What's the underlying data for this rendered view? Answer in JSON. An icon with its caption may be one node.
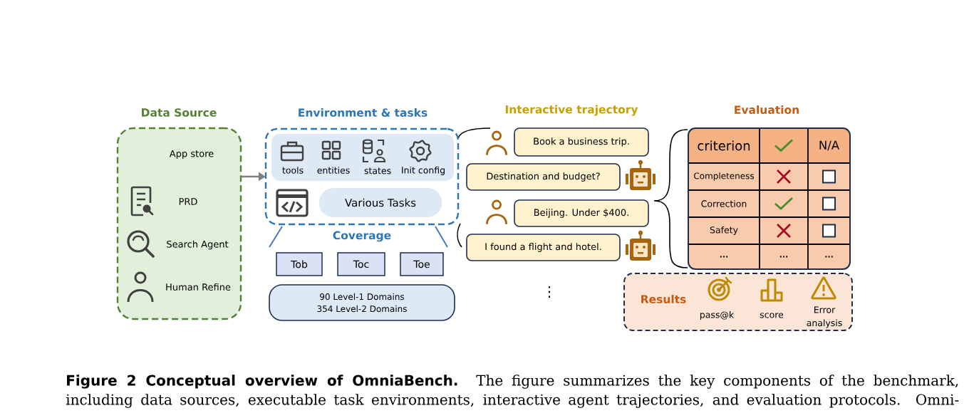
{
  "diagram": {
    "caption": "**Figure 2 Conceptual overview of OmniaBench.** The figure summarizes the key components of the benchmark, including data sources, executable task environments, interactive agent trajectories, and evaluation protocols. Omni-",
    "nodes": [
      {
        "text": [
          "Data Source",
          "App store",
          "PRD",
          "Search Agent",
          "Human Refine"
        ]
      },
      {
        "text": [
          "Environment & tasks"
        ]
      },
      {
        "text": [
          "tools",
          "entities",
          "states",
          "Init config"
        ],
        "in": 1
      },
      {
        "text": [
          "Various Tasks"
        ],
        "in": 1
      },
      {
        "text": [
          "Tob"
        ]
      },
      {
        "text": [
          "Toc"
        ]
      },
      {
        "text": [
          "Toe"
        ]
      },
      {
        "text": [
          "90 Level-1 Domains",
          "354 Level-2 Domains"
        ]
      },
      {
        "text": [
          "Book a business trip."
        ]
      },
      {
        "text": [
          "Destination and budget?"
        ]
      },
      {
        "text": [
          "Beijing. Under $400."
        ]
      },
      {
        "text": [
          "I found a flight and hotel."
        ]
      },
      {
        "text": [
          "Evaluation"
        ]
      },
      {
        "text": [
          "Results",
          "pass@k",
          "score",
          "Error analysis"
        ]
      }
    ],
    "edges": [
      {
        "from": 0,
        "to": 1,
        "arrow": "to"
      }
    ],
    "labels": [
      "Coverage",
      "Interactive trajectory",
      "⋮",
      "criterion",
      "N/A",
      "Completeness",
      "Correction",
      "Safety",
      "...",
      "...",
      "..."
    ]
  }
}
